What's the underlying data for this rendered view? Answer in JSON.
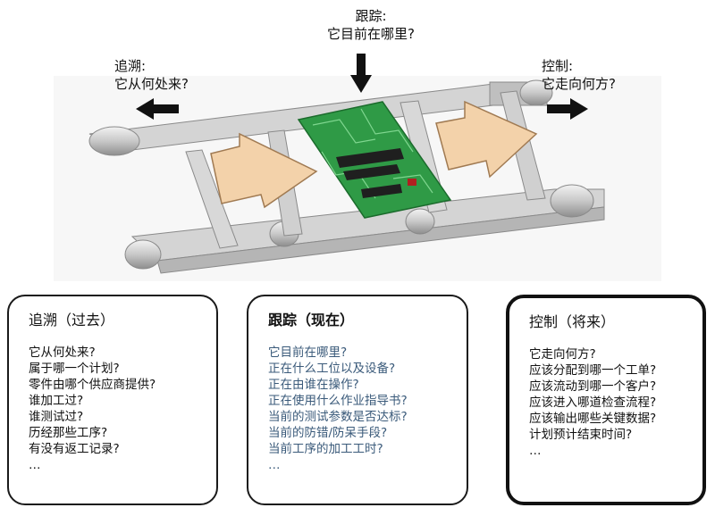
{
  "labels": {
    "trace": [
      "追溯:",
      "它从何处来?"
    ],
    "track": [
      "跟踪:",
      "它目前在哪里?"
    ],
    "control": [
      "控制:",
      "它走向何方?"
    ]
  },
  "cards": [
    {
      "title": "追溯（过去）",
      "items": [
        "它从何处来?",
        "属于哪一个计划?",
        "零件由哪个供应商提供?",
        "谁加工过?",
        "谁测试过?",
        "历经那些工序?",
        "有没有返工记录?",
        "…"
      ]
    },
    {
      "title": "跟踪（现在）",
      "items": [
        "它目前在哪里?",
        "正在什么工位以及设备?",
        "正在由谁在操作?",
        "正在使用什么作业指导书?",
        "当前的测试参数是否达标?",
        "当前的防错/防呆手段?",
        "当前工序的加工工时?",
        "…"
      ]
    },
    {
      "title": "控制（将来）",
      "items": [
        "它走向何方?",
        "应该分配到哪一个工单?",
        "应该流动到哪一个客户?",
        "应该进入哪道检查流程?",
        "应该输出哪些关键数据?",
        "计划预计结束时间?",
        "…"
      ]
    }
  ],
  "colors": {
    "rail": "#c9c9c9",
    "arrow_fill": "#f3d2aa",
    "pcb": "#2f9a46",
    "chip": "#1f1f1f"
  }
}
